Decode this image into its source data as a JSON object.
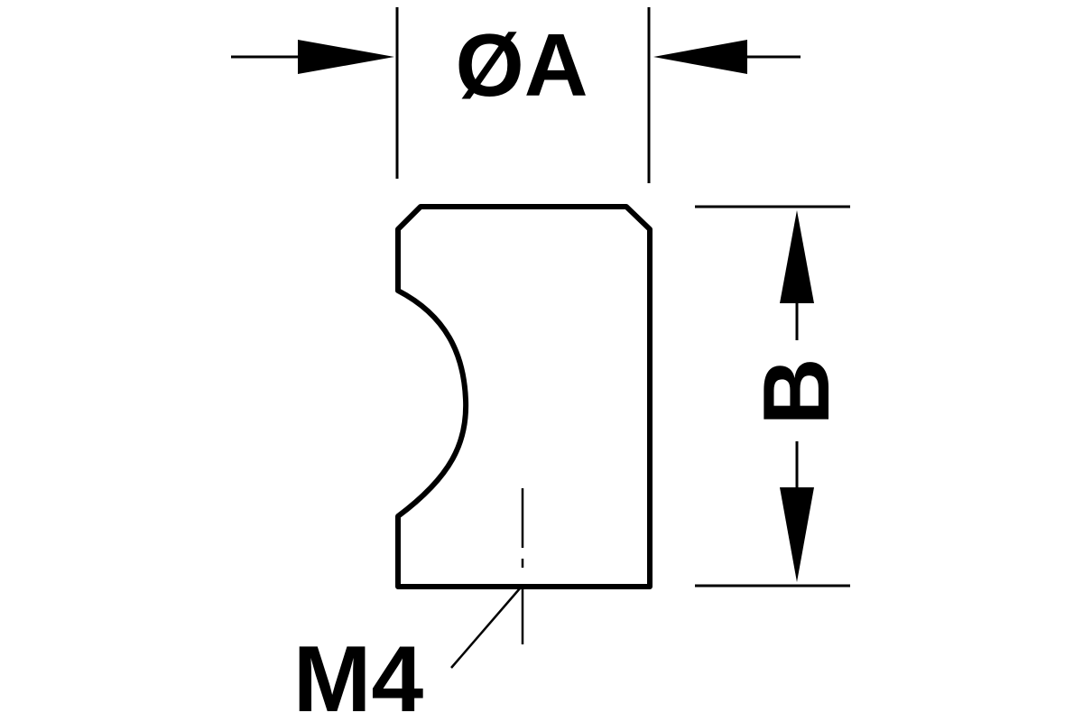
{
  "drawing": {
    "dimension_a_label": "ØA",
    "dimension_b_label": "B",
    "thread_label": "M4"
  }
}
